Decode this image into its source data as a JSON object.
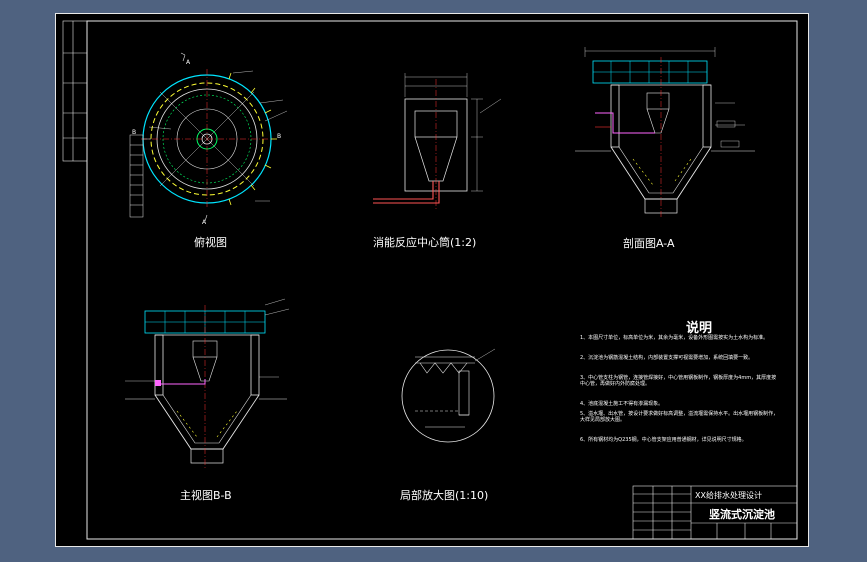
{
  "views": {
    "plan_title": "俯视图",
    "center_pipe_title": "消能反应中心筒(1:2)",
    "section_aa_title": "剖面图A-A",
    "section_bb_title": "主视图B-B",
    "detail_title": "局部放大图(1:10)"
  },
  "markers": {
    "a": "A",
    "b": "B"
  },
  "notes": {
    "title": "说明",
    "items": [
      "1、本图尺寸单位，标高单位为米，其余为毫米，设备外形图需按实为土水构为标准。",
      "2、沉淀池为钢筋混凝土结构，内部装置支撑可视需要增加，系统回填要一致。",
      "3、中心管支柱为钢管，连接管焊接好，中心管用钢板制作，钢板厚度为4mm，其厚度按中心管，再做好内外防腐处理。",
      "4、池底混凝土施工不得有渗漏现象。",
      "5、溢水堰、出水管，按设计要求做好标高调整，溢流堰需保持水平。出水堰用钢板制作，大样见局部放大图。",
      "6、所有钢材均为Q235钢，中心管支架应用普通钢材，详见说明尺寸规格。"
    ]
  },
  "title_block": {
    "project": "XX给排水处理设计",
    "drawing_name": "竖流式沉淀池"
  }
}
